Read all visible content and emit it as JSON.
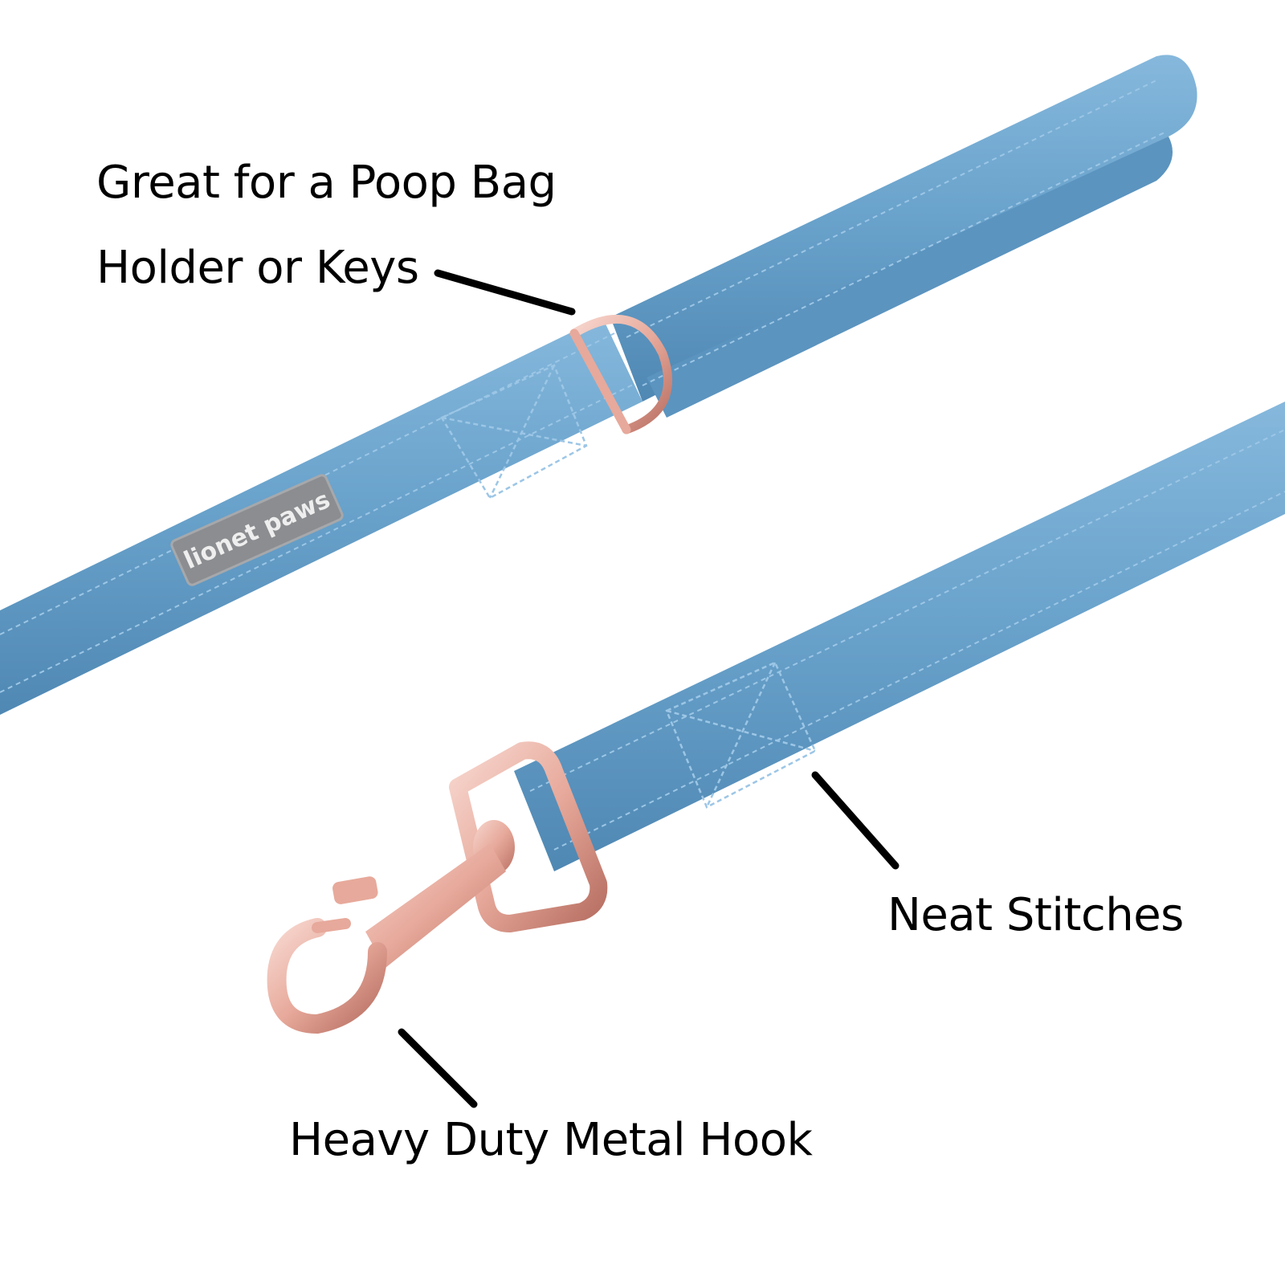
{
  "callouts": {
    "poop_bag_line1": "Great for a Poop Bag",
    "poop_bag_line2": "Holder or Keys",
    "stitches": "Neat Stitches",
    "hook": "Heavy Duty Metal Hook"
  },
  "brand_tag": "lionet paws",
  "colors": {
    "strap": "#6aa3cc",
    "strap_dark": "#4f88b3",
    "strap_light": "#86b8dc",
    "stitch": "#9cc6e6",
    "metal": "#e7a99b",
    "metal_dark": "#b76f62",
    "metal_light": "#f7d7cf",
    "tag": "#8b8d90",
    "tag_text": "#eeeeee",
    "leader_line": "#000000"
  }
}
